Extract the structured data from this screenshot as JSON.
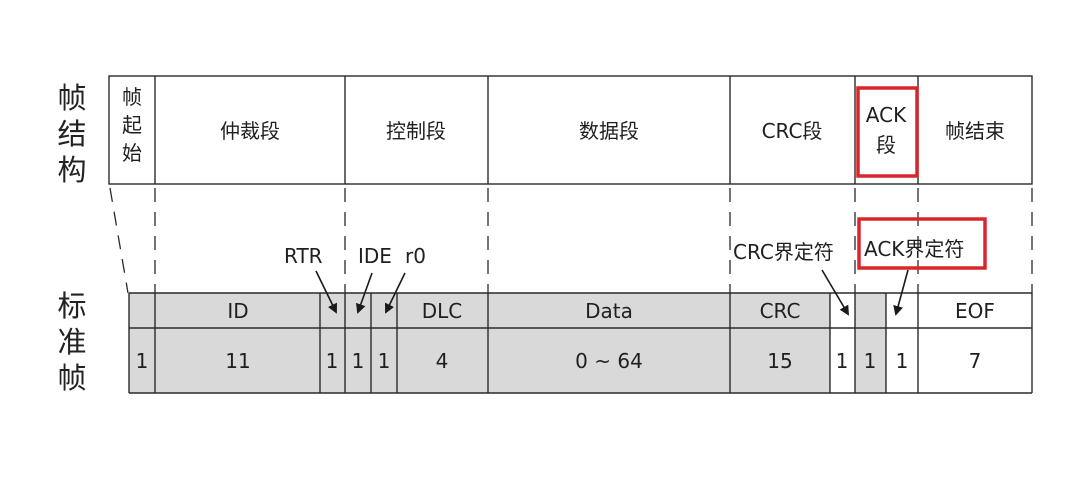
{
  "side_labels": {
    "frame_structure": [
      "帧",
      "结",
      "构"
    ],
    "standard_frame": [
      "标",
      "准",
      "帧"
    ]
  },
  "frame_segments": [
    {
      "key": "sof",
      "lines": [
        "帧",
        "起",
        "始"
      ]
    },
    {
      "key": "arbitration",
      "lines": [
        "仲裁段"
      ]
    },
    {
      "key": "control",
      "lines": [
        "控制段"
      ]
    },
    {
      "key": "data",
      "lines": [
        "数据段"
      ]
    },
    {
      "key": "crc",
      "lines": [
        "CRC段"
      ]
    },
    {
      "key": "ack",
      "lines": [
        "ACK",
        "段"
      ],
      "highlight": true
    },
    {
      "key": "eof",
      "lines": [
        "帧结束"
      ]
    }
  ],
  "field_labels": [
    "ID",
    "DLC",
    "Data",
    "CRC",
    "EOF"
  ],
  "bit_values": [
    "1",
    "11",
    "1",
    "1",
    "1",
    "4",
    "0 ~ 64",
    "15",
    "1",
    "1",
    "1",
    "7"
  ],
  "annotations": {
    "rtr": "RTR",
    "ide": "IDE",
    "r0": "r0",
    "crc_delimiter": "CRC界定符",
    "ack_delimiter": "ACK界定符"
  },
  "colors": {
    "field_fill": "#d9d9d9",
    "line": "#2a2a2a",
    "highlight": "#d9262c"
  }
}
